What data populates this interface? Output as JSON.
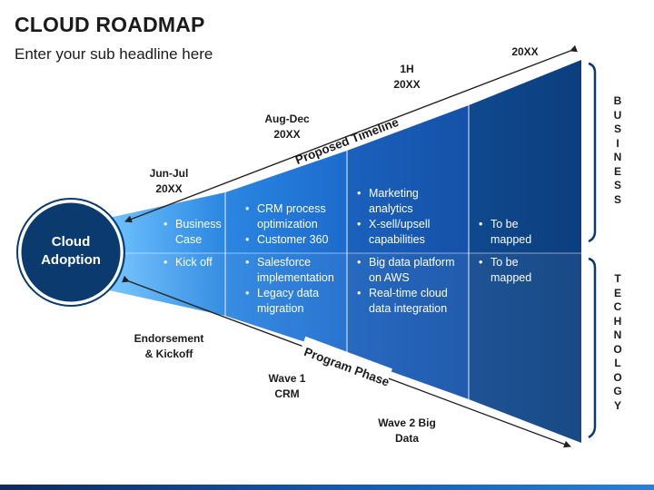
{
  "header": {
    "title": "CLOUD ROADMAP",
    "subtitle": "Enter your sub headline here"
  },
  "timeline": {
    "label": "Proposed Timeline",
    "periods": [
      {
        "line1": "Jun-Jul",
        "line2": "20XX"
      },
      {
        "line1": "Aug-Dec",
        "line2": "20XX"
      },
      {
        "line1": "1H",
        "line2": "20XX"
      },
      {
        "line1": "20XX",
        "line2": ""
      }
    ]
  },
  "phases": {
    "label": "Program Phase",
    "items": [
      {
        "line1": "Endorsement",
        "line2": "& Kickoff"
      },
      {
        "line1": "Wave 1",
        "line2": "CRM"
      },
      {
        "line1": "Wave 2 Big",
        "line2": "Data"
      }
    ]
  },
  "center": {
    "line1": "Cloud",
    "line2": "Adoption"
  },
  "side_labels": {
    "business": "BUSINESS",
    "technology": "TECHNOLOGY"
  },
  "colors": {
    "dark_navy": "#0b3a6e",
    "segment1": "#2f8fe6",
    "segment2": "#1e6fd1",
    "segment3": "#1458b0",
    "segment4": "#0d4690"
  },
  "business": [
    [
      "Business Case"
    ],
    [
      "CRM process optimization",
      "Customer 360"
    ],
    [
      "Marketing analytics",
      "X-sell/upsell capabilities"
    ],
    [
      "To be mapped"
    ]
  ],
  "technology": [
    [
      "Kick off"
    ],
    [
      "Salesforce implementation",
      "Legacy data migration"
    ],
    [
      "Big data platform on AWS",
      "Real-time cloud data integration"
    ],
    [
      "To be mapped"
    ]
  ]
}
